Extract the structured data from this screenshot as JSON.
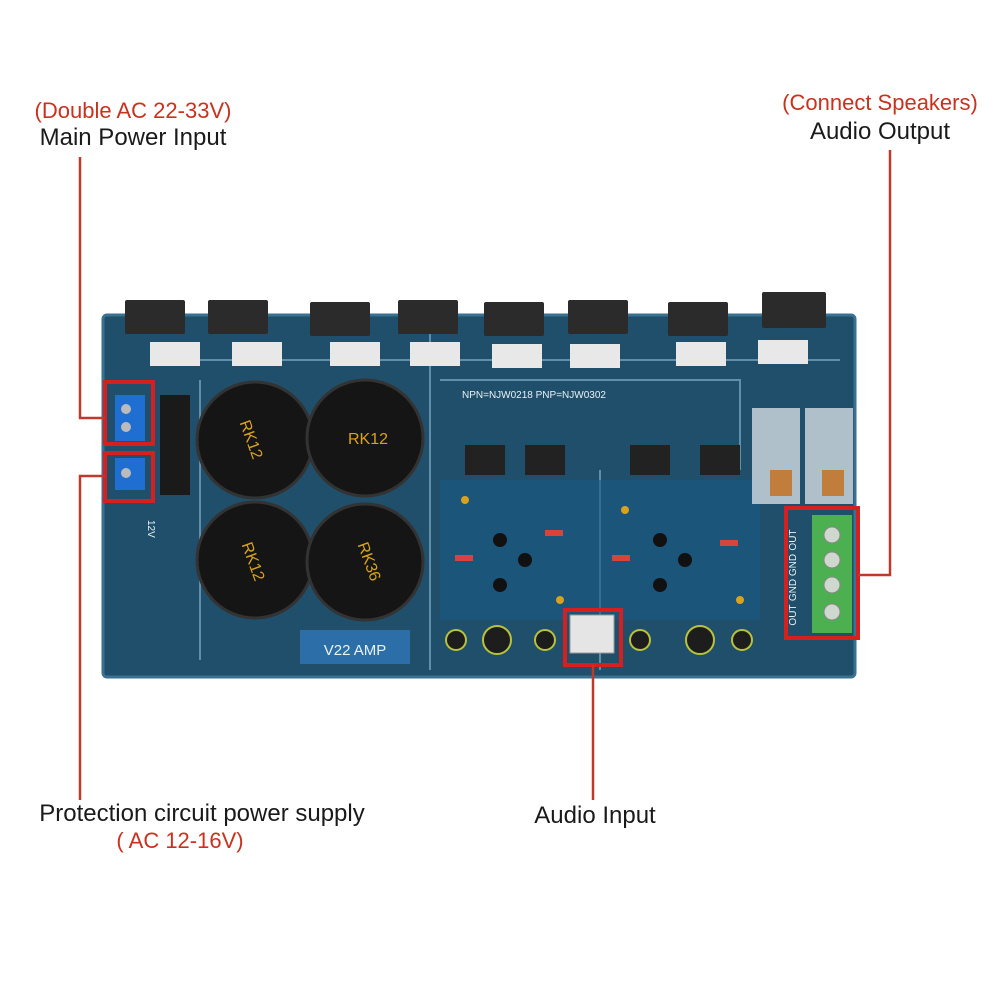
{
  "labels": {
    "main_power": {
      "note": "(Double AC 22-33V)",
      "title": "Main Power Input"
    },
    "audio_output": {
      "note": "(Connect Speakers)",
      "title": "Audio Output"
    },
    "protection": {
      "title": "Protection circuit power supply",
      "note": "( AC 12-16V)"
    },
    "audio_input": {
      "title": "Audio Input"
    }
  },
  "board": {
    "capacitor_marks": [
      "RK12",
      "RK12",
      "RK12",
      "RK36"
    ],
    "silkscreen_title": "V22 AMP",
    "transistor_note": "NPN=NJW0218 PNP=NJW0302",
    "output_terminals": [
      "OUT",
      "GND",
      "GND",
      "OUT"
    ],
    "voltage_mark": "12V"
  },
  "colors": {
    "pcb": "#1f4f6a",
    "highlight": "#d61f1f",
    "callout_line": "#c0392b",
    "terminal_green": "#4caf50",
    "terminal_blue": "#1e6fd1"
  }
}
